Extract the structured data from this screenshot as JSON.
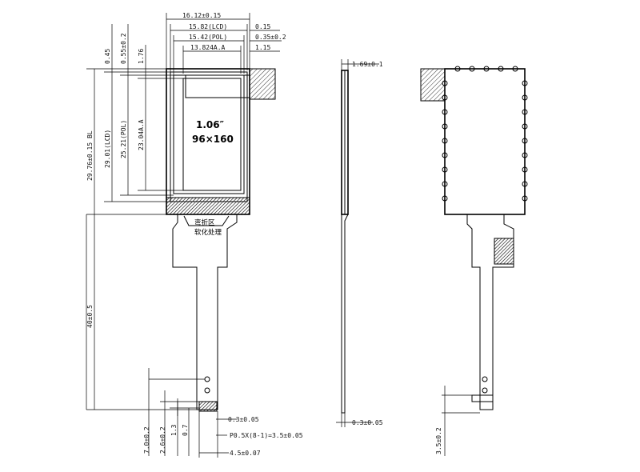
{
  "front": {
    "dim_top": [
      "16.12±0.15",
      "15.82(LCD)",
      "15.42(POL)",
      "13.824A.A"
    ],
    "dim_top_right": [
      "0.15",
      "0.35±0.2",
      "1.15"
    ],
    "dim_left": [
      "0.45",
      "0.55±0.2",
      "1.76",
      "29.76±0.15 BL",
      "29.01(LCD)",
      "25.21(POL)",
      "23.04A.A"
    ],
    "size_label": "1.06″",
    "resolution_label": "96×160",
    "bend_label_1": "弯折区",
    "bend_label_2": "软化处理",
    "fpc_length": "40±0.5",
    "bottom_left": [
      "7.0±0.2",
      "2.6±0.2",
      "1.3",
      "0.7"
    ],
    "bottom_right": [
      "0.3±0.05",
      "P0.5X(8-1)=3.5±0.05",
      "4.5±0.07"
    ]
  },
  "side": {
    "thickness": "1.69±0.1",
    "fpc_thickness": "0.3±0.05"
  },
  "back": {
    "stiffener": "3.5±0.2"
  }
}
